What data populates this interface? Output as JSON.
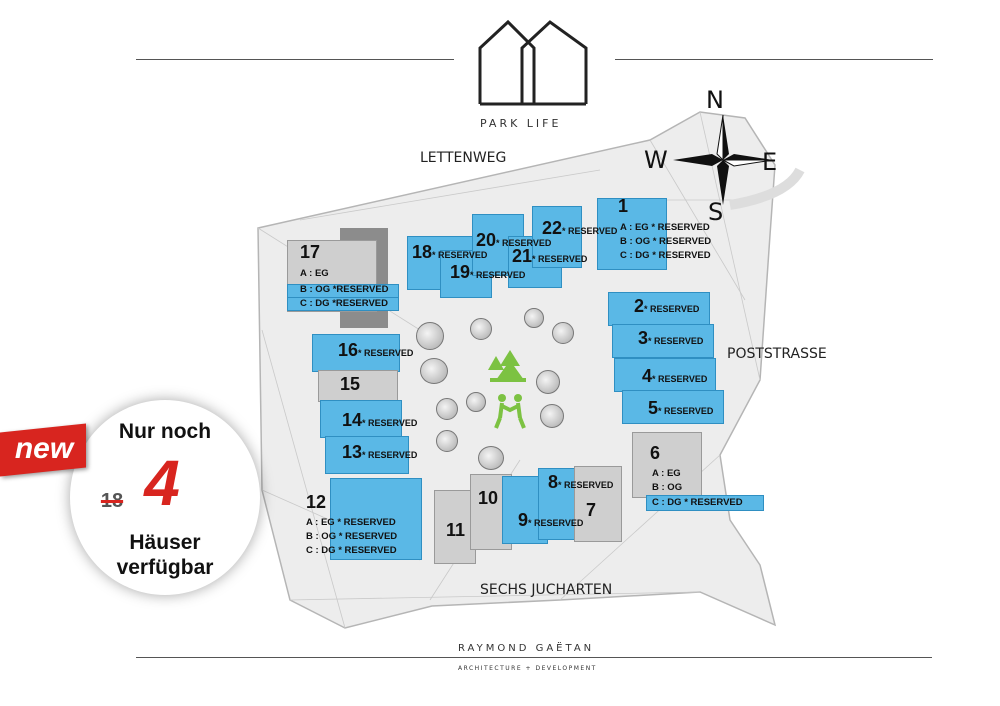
{
  "brand": {
    "name": "PARK LIFE",
    "developer": "RAYMOND GAËTAN",
    "tagline": "ARCHITECTURE + DEVELOPMENT"
  },
  "compass": {
    "n": "N",
    "e": "E",
    "s": "S",
    "w": "W"
  },
  "streets": {
    "north": "LETTENWEG",
    "east": "POSTSTRASSE",
    "south": "SECHS JUCHARTEN"
  },
  "badge": {
    "tag": "new",
    "line1": "Nur noch",
    "old_count": "18",
    "count": "4",
    "line2": "Häuser",
    "line3": "verfügbar"
  },
  "reserved_label": "* RESERVED",
  "houses": {
    "h1": {
      "num": "1",
      "a": "A : EG * RESERVED",
      "b": "B : OG * RESERVED",
      "c": "C : DG * RESERVED"
    },
    "h2": {
      "num": "2"
    },
    "h3": {
      "num": "3"
    },
    "h4": {
      "num": "4"
    },
    "h5": {
      "num": "5"
    },
    "h6": {
      "num": "6",
      "a": "A : EG",
      "b": "B : OG",
      "c": "C : DG * RESERVED"
    },
    "h7": {
      "num": "7"
    },
    "h8": {
      "num": "8"
    },
    "h9": {
      "num": "9"
    },
    "h10": {
      "num": "10"
    },
    "h11": {
      "num": "11"
    },
    "h12": {
      "num": "12",
      "a": "A : EG * RESERVED",
      "b": "B : OG * RESERVED",
      "c": "C : DG * RESERVED"
    },
    "h13": {
      "num": "13"
    },
    "h14": {
      "num": "14"
    },
    "h15": {
      "num": "15"
    },
    "h16": {
      "num": "16"
    },
    "h17": {
      "num": "17",
      "a": "A : EG",
      "b": "B : OG *RESERVED",
      "c": "C : DG *RESERVED"
    },
    "h18": {
      "num": "18"
    },
    "h19": {
      "num": "19"
    },
    "h20": {
      "num": "20"
    },
    "h21": {
      "num": "21"
    },
    "h22": {
      "num": "22"
    }
  },
  "colors": {
    "reserved": "#5ab8e6",
    "available": "#cfcfcf",
    "badge_red": "#d8251f",
    "park_green": "#7cc242"
  }
}
